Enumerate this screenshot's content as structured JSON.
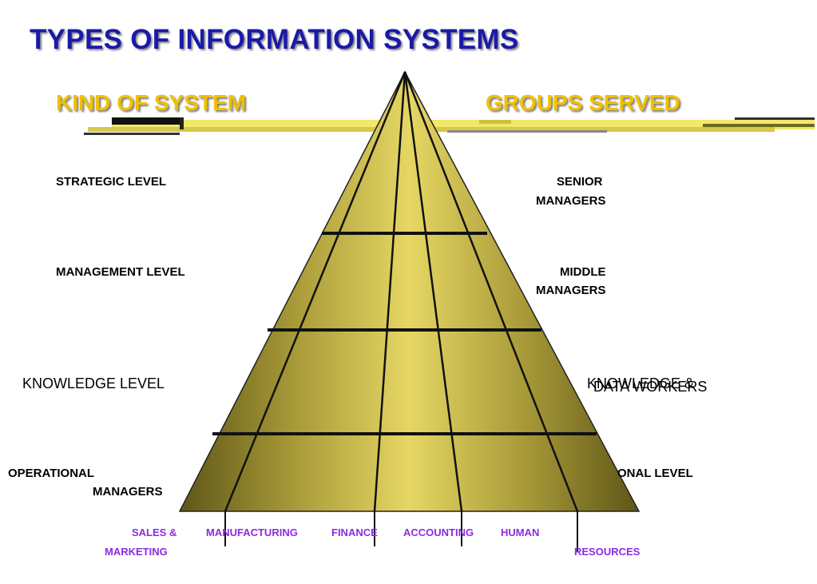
{
  "title": "TYPES OF INFORMATION SYSTEMS",
  "headings": {
    "kind_of_system": "KIND OF SYSTEM",
    "groups_served": "GROUPS SERVED"
  },
  "levels": {
    "strategic": "STRATEGIC LEVEL",
    "management": "MANAGEMENT  LEVEL",
    "knowledge": "KNOWLEDGE  LEVEL",
    "operational_line1": "OPERATIONAL",
    "operational_line2": "MANAGERS"
  },
  "groups": {
    "senior_line1": "SENIOR",
    "senior_line2": "MANAGERS",
    "middle_line1": "MIDDLE",
    "middle_line2": "MANAGERS",
    "knowledge_a": "KNOWLEDGE &",
    "knowledge_b": "DATA WORKERS",
    "operational": "ONAL LEVEL"
  },
  "functions": {
    "sales_line1": "SALES &",
    "sales_line2": "MARKETING",
    "manufacturing": "MANUFACTURING",
    "finance": "FINANCE",
    "accounting": "ACCOUNTING",
    "human_line1": "HUMAN",
    "human_line2": "RESOURCES"
  },
  "colors": {
    "title": "#1a1aa8",
    "heading": "#f0c000",
    "pyramid_light": "#e0d060",
    "pyramid_dark": "#6b6320",
    "function_text": "#8a2be2"
  }
}
